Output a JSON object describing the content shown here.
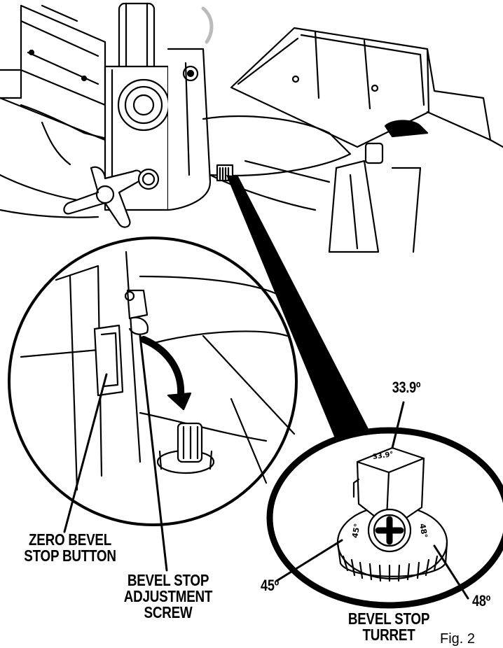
{
  "callouts": {
    "zero_bevel_stop_button": "ZERO BEVEL\nSTOP BUTTON",
    "bevel_stop_adjustment_screw": "BEVEL STOP\nADJUSTMENT\nSCREW",
    "bevel_stop_turret": "BEVEL STOP\nTURRET",
    "angle_top": "33.9º",
    "angle_left": "45º",
    "angle_right": "48º"
  },
  "turret_marks": {
    "top": "33.9°",
    "left": "45°",
    "right": "48°"
  },
  "figure_label_partial": "Fig. 2"
}
